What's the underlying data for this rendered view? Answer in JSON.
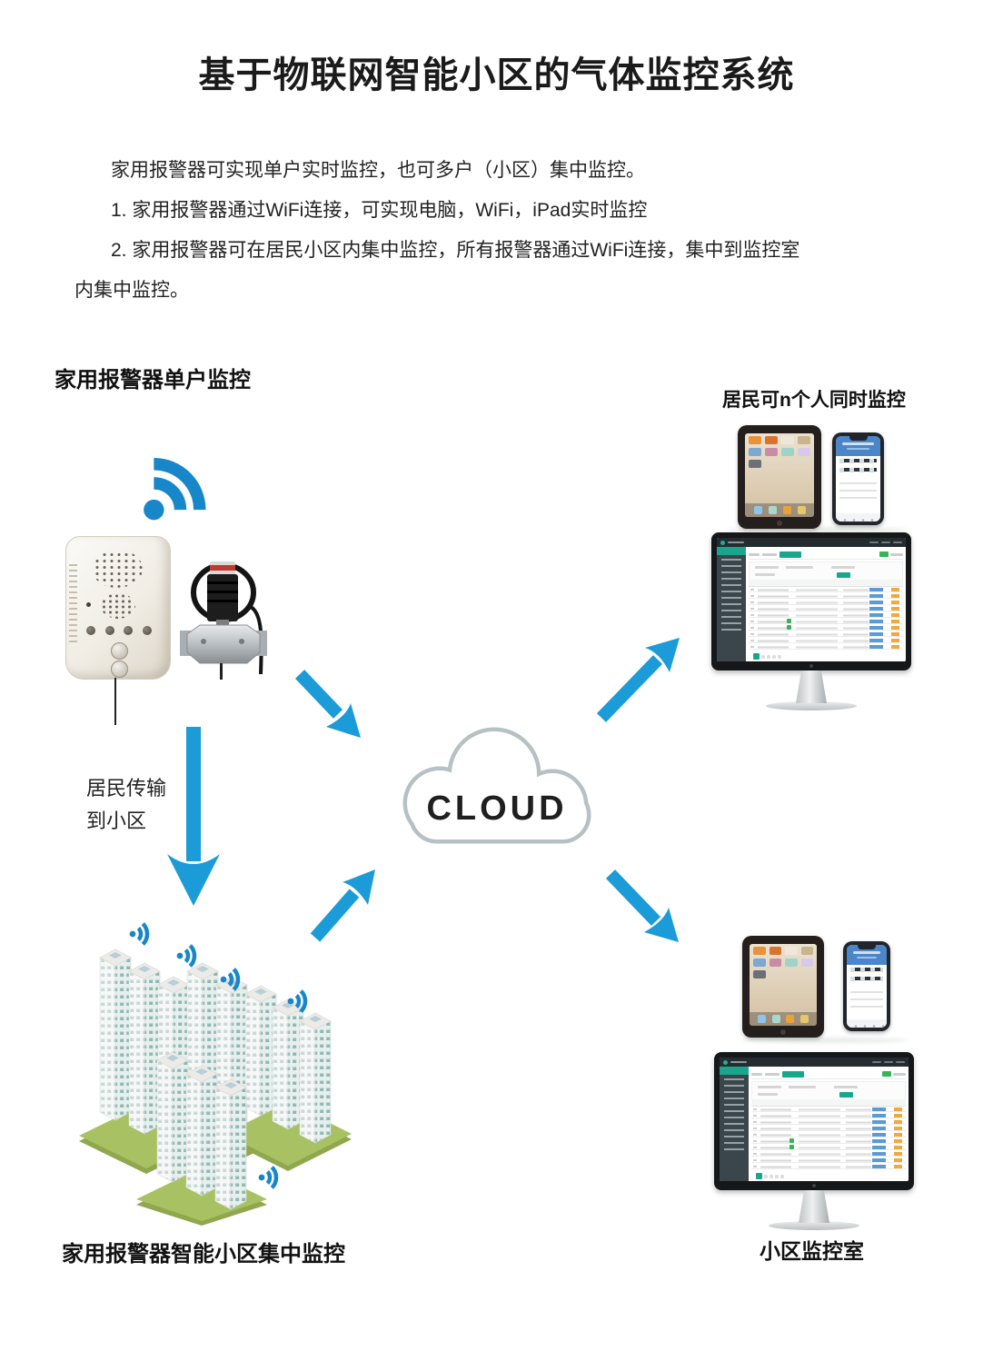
{
  "title": "基于物联网智能小区的气体监控系统",
  "intro": {
    "p1": "家用报警器可实现单户实时监控，也可多户（小区）集中监控。",
    "p2": "1. 家用报警器通过WiFi连接，可实现电脑，WiFi，iPad实时监控",
    "p3": "2. 家用报警器可在居民小区内集中监控，所有报警器通过WiFi连接，集中到监控室",
    "p4": "内集中监控。"
  },
  "sections": {
    "single_home_label": "家用报警器单户监控",
    "residents_label": "居民可n个人同时监控",
    "community_label": "家用报警器智能小区集中监控",
    "control_room_label": "小区监控室",
    "transfer_line1": "居民传输",
    "transfer_line2": "到小区",
    "cloud_label": "CLOUD"
  },
  "icons": {
    "wifi_icon": "wifi-signal",
    "cloud_icon": "cloud",
    "arrow_icon": "thick-blue-arrow"
  },
  "colors": {
    "arrow_blue": "#1b9bd7",
    "wifi_blue": "#1787c9",
    "cloud_outline": "#b7c0c4",
    "dashboard_teal": "#18a78c",
    "table_button_blue": "#5b9bd5",
    "table_button_orange": "#f0a93c",
    "building_base_green": "#a8c162"
  }
}
